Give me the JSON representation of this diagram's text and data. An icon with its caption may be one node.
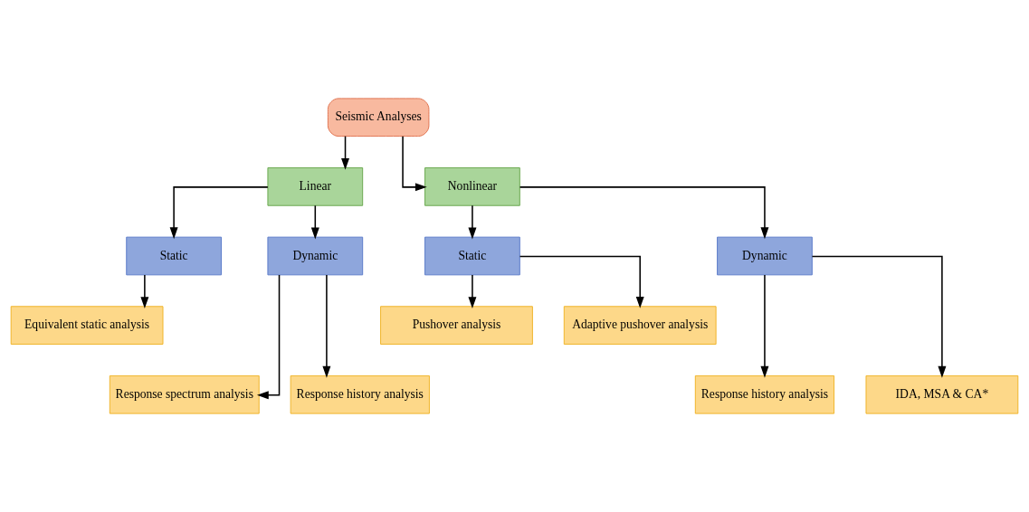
{
  "diagram": {
    "nodes": [
      {
        "text": [
          "Seismic Analyses"
        ]
      },
      {
        "text": [
          "Linear"
        ]
      },
      {
        "text": [
          "Nonlinear"
        ]
      },
      {
        "text": [
          "Static"
        ]
      },
      {
        "text": [
          "Dynamic"
        ]
      },
      {
        "text": [
          "Static"
        ]
      },
      {
        "text": [
          "Dynamic"
        ]
      },
      {
        "text": [
          "Equivalent static analysis"
        ]
      },
      {
        "text": [
          "Response spectrum analysis"
        ]
      },
      {
        "text": [
          "Response history analysis"
        ]
      },
      {
        "text": [
          "Pushover analysis"
        ]
      },
      {
        "text": [
          "Adaptive pushover analysis"
        ]
      },
      {
        "text": [
          "Response history analysis"
        ]
      },
      {
        "text": [
          "IDA, MSA & CA*"
        ]
      }
    ],
    "edges": [
      {
        "from": 0,
        "to": 1,
        "arrow": "to"
      },
      {
        "from": 0,
        "to": 2,
        "arrow": "to"
      },
      {
        "from": 1,
        "to": 3,
        "arrow": "to"
      },
      {
        "from": 1,
        "to": 4,
        "arrow": "to"
      },
      {
        "from": 2,
        "to": 5,
        "arrow": "to"
      },
      {
        "from": 2,
        "to": 6,
        "arrow": "to"
      },
      {
        "from": 3,
        "to": 7,
        "arrow": "to"
      },
      {
        "from": 4,
        "to": 8,
        "arrow": "to"
      },
      {
        "from": 4,
        "to": 9,
        "arrow": "to"
      },
      {
        "from": 5,
        "to": 10,
        "arrow": "to"
      },
      {
        "from": 5,
        "to": 11,
        "arrow": "to"
      },
      {
        "from": 6,
        "to": 12,
        "arrow": "to"
      },
      {
        "from": 6,
        "to": 13,
        "arrow": "to"
      }
    ]
  }
}
